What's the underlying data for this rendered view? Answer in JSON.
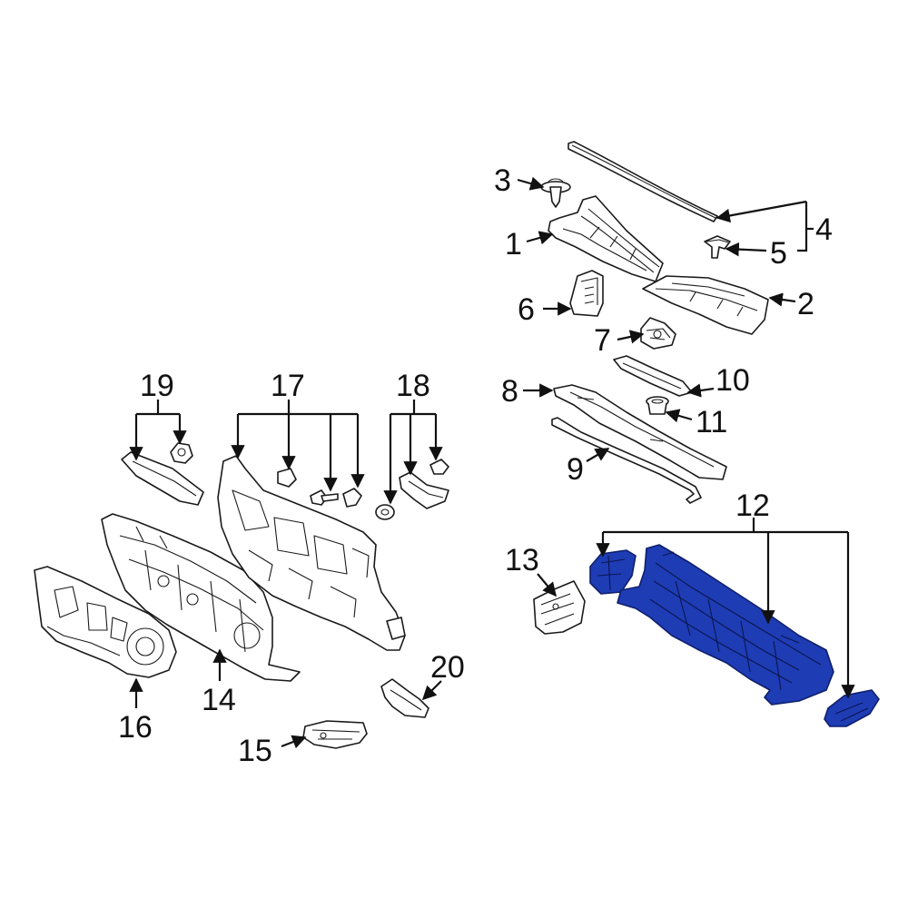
{
  "colors": {
    "highlight": "#1e3cb4",
    "highlight_dark": "#15298a",
    "outline": "#1a1a1a",
    "background": "#ffffff"
  },
  "callouts": {
    "c1": "1",
    "c2": "2",
    "c3": "3",
    "c4": "4",
    "c5": "5",
    "c6": "6",
    "c7": "7",
    "c8": "8",
    "c9": "9",
    "c10": "10",
    "c11": "11",
    "c12": "12",
    "c13": "13",
    "c14": "14",
    "c15": "15",
    "c16": "16",
    "c17": "17",
    "c18": "18",
    "c19": "19",
    "c20": "20"
  },
  "highlighted_part": "12"
}
